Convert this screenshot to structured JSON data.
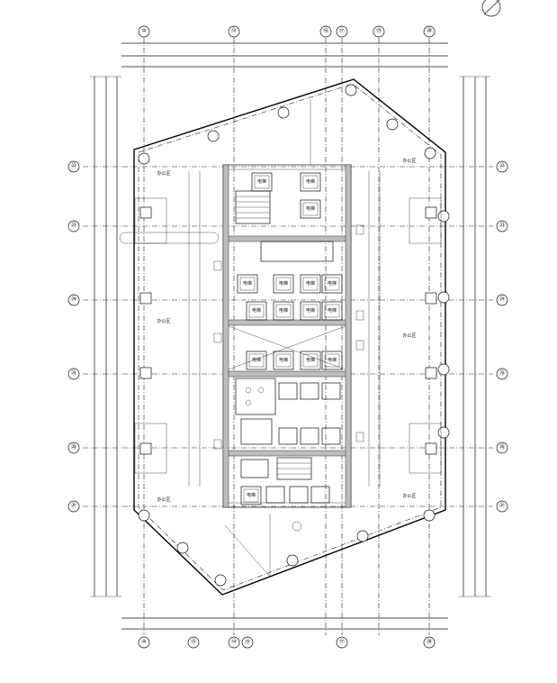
{
  "grid_labels": {
    "top": [
      "⑩",
      "⑫",
      "⑯",
      "⑰",
      "⑲",
      "⑳"
    ],
    "bottom": [
      "⑩",
      "⑬",
      "⑭",
      "⑮",
      "⑰",
      "⑳"
    ],
    "left": [
      "㉒",
      "㉓",
      "㉔",
      "㉕",
      "㉖",
      "㉗"
    ],
    "right": [
      "㉒",
      "㉓",
      "㉔",
      "㉕",
      "㉖",
      "㉗"
    ]
  },
  "room_labels": [
    "电梯",
    "电梯",
    "电梯",
    "电梯",
    "电梯",
    "电梯",
    "电梯",
    "电梯",
    "电梯",
    "电梯",
    "电梯",
    "电梯",
    "电梯",
    "电梯",
    "电梯",
    "电梯"
  ],
  "area_labels": [
    "办公区",
    "办公区",
    "办公区",
    "办公区",
    "办公区",
    "办公区"
  ],
  "north_arrow": "N",
  "colors": {
    "line": "#111111",
    "wall": "#bdbdbd",
    "background": "#ffffff"
  }
}
